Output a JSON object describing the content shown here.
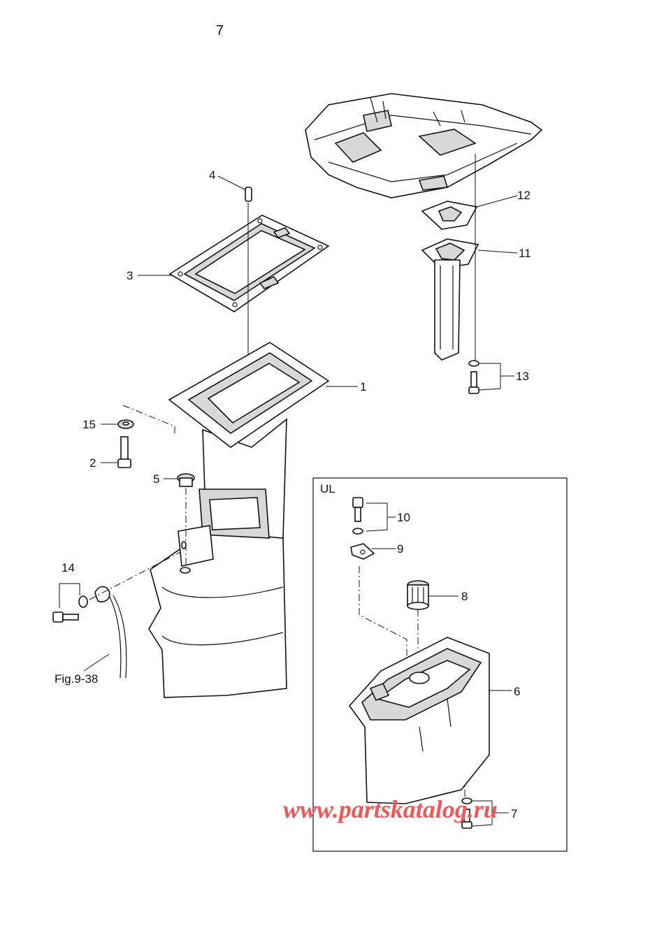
{
  "page_number": "7",
  "labels": {
    "p1": "1",
    "p2": "2",
    "p3": "3",
    "p4": "4",
    "p5": "5",
    "p6": "6",
    "p7": "7",
    "p8": "8",
    "p9": "9",
    "p10": "10",
    "p11": "11",
    "p12": "12",
    "p13": "13",
    "p14": "14",
    "p15": "15"
  },
  "fig_ref": "Fig.9-38",
  "inset_label": "UL",
  "watermark": "www.partskatalog.ru"
}
